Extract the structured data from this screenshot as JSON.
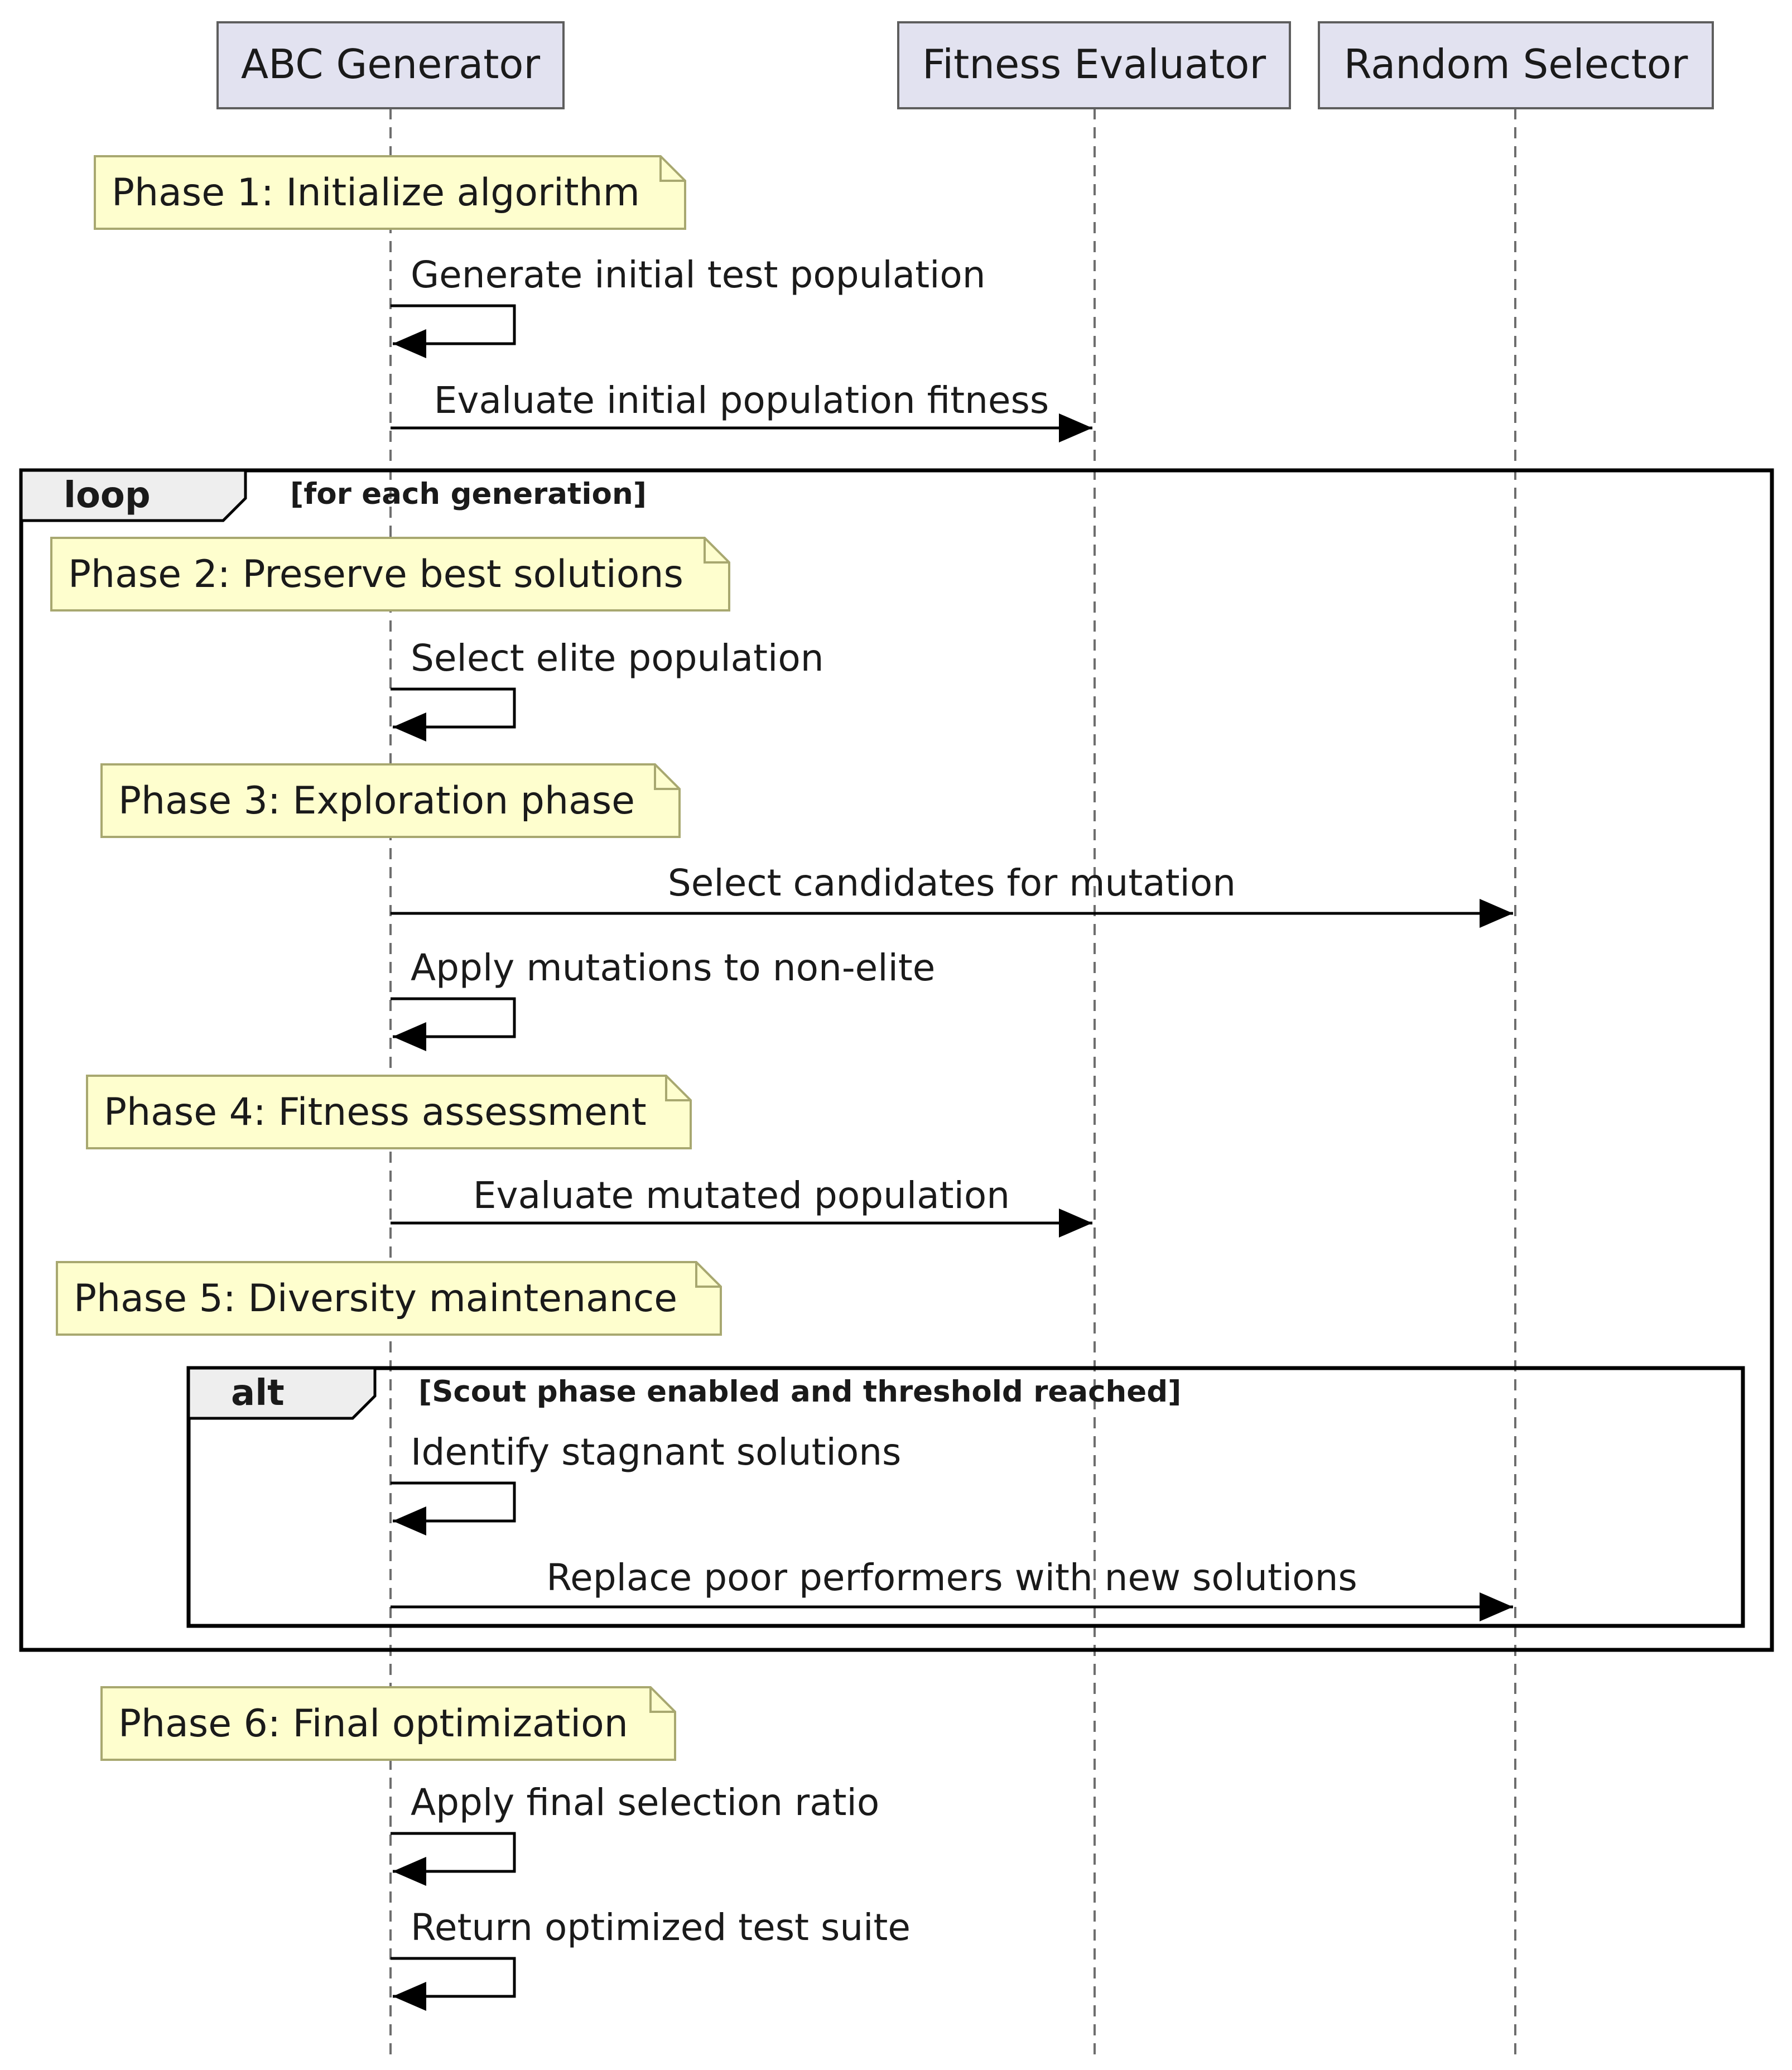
{
  "participants": [
    {
      "id": "abc",
      "name": "ABC Generator"
    },
    {
      "id": "fit",
      "name": "Fitness Evaluator"
    },
    {
      "id": "rnd",
      "name": "Random Selector"
    }
  ],
  "colors": {
    "participant_fill": "#e2e2f0",
    "participant_stroke": "#5e5e5e",
    "note_fill": "#fefece",
    "note_stroke": "#a8a870",
    "lifeline": "#6e6e6e",
    "arrow": "#000000",
    "frame_stroke": "#000000",
    "frame_tab_fill": "#eeeeee"
  },
  "frames": [
    {
      "id": "loop",
      "keyword": "loop",
      "condition": "[for each generation]"
    },
    {
      "id": "alt",
      "keyword": "alt",
      "condition": "[Scout phase enabled and threshold reached]"
    }
  ],
  "notes": [
    {
      "id": "n1",
      "text": "Phase 1: Initialize algorithm"
    },
    {
      "id": "n2",
      "text": "Phase 2: Preserve best solutions"
    },
    {
      "id": "n3",
      "text": "Phase 3: Exploration phase"
    },
    {
      "id": "n4",
      "text": "Phase 4: Fitness assessment"
    },
    {
      "id": "n5",
      "text": "Phase 5: Diversity maintenance"
    },
    {
      "id": "n6",
      "text": "Phase 6: Final optimization"
    }
  ],
  "messages": [
    {
      "id": "m1",
      "from": "abc",
      "to": "abc",
      "text": "Generate initial test population"
    },
    {
      "id": "m2",
      "from": "abc",
      "to": "fit",
      "text": "Evaluate initial population fitness"
    },
    {
      "id": "m3",
      "from": "abc",
      "to": "abc",
      "text": "Select elite population"
    },
    {
      "id": "m4",
      "from": "abc",
      "to": "rnd",
      "text": "Select candidates for mutation"
    },
    {
      "id": "m5",
      "from": "abc",
      "to": "abc",
      "text": "Apply mutations to non-elite"
    },
    {
      "id": "m6",
      "from": "abc",
      "to": "fit",
      "text": "Evaluate mutated population"
    },
    {
      "id": "m7",
      "from": "abc",
      "to": "abc",
      "text": "Identify stagnant solutions"
    },
    {
      "id": "m8",
      "from": "abc",
      "to": "rnd",
      "text": "Replace poor performers with new solutions"
    },
    {
      "id": "m9",
      "from": "abc",
      "to": "abc",
      "text": "Apply final selection ratio"
    },
    {
      "id": "m10",
      "from": "abc",
      "to": "abc",
      "text": "Return optimized test suite"
    }
  ]
}
